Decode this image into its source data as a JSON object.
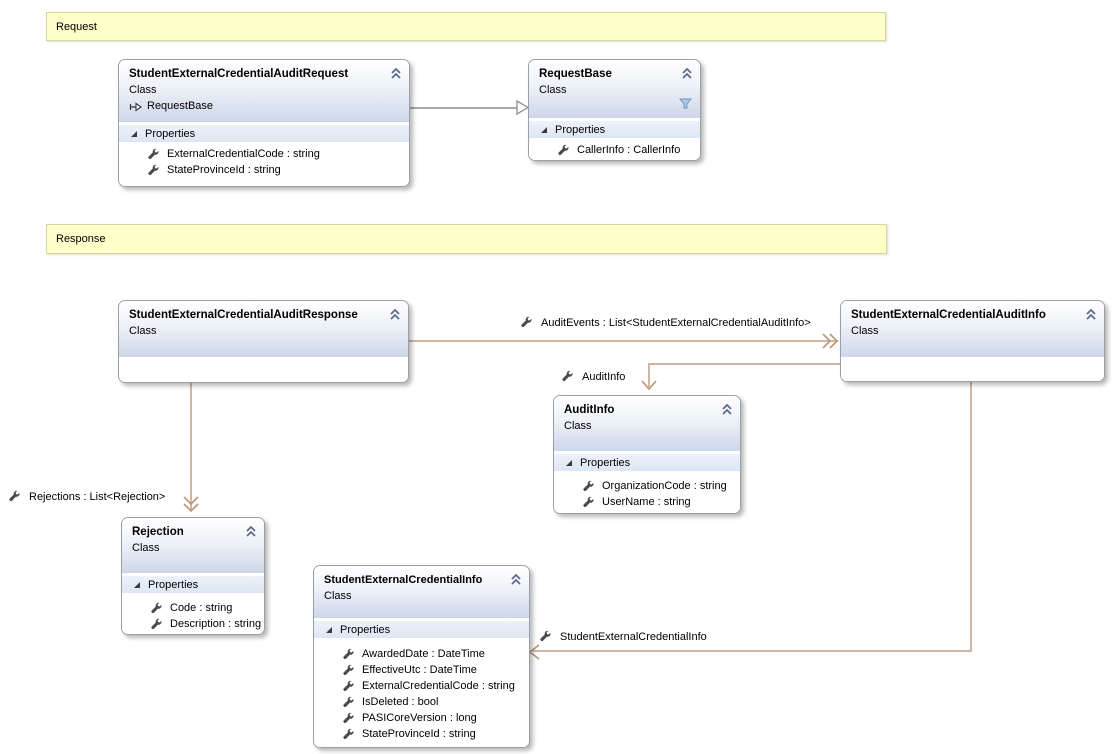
{
  "banners": {
    "request": "Request",
    "response": "Response"
  },
  "colors": {
    "banner_bg": "#ffffc9",
    "banner_border": "#d6d6a0",
    "association_line": "#d0b7a1",
    "association_arrow": "#bb9574",
    "inheritance_line": "#a9a9a9",
    "header_gradient_end": "#cdd6ea",
    "compartment_bg": "#e4ebf7",
    "box_border": "#9aa0a8"
  },
  "boxes": {
    "audit_request": {
      "title": "StudentExternalCredentialAuditRequest",
      "kind": "Class",
      "base": "RequestBase",
      "section": "Properties",
      "properties": [
        "ExternalCredentialCode : string",
        "StateProvinceId : string"
      ]
    },
    "request_base": {
      "title": "RequestBase",
      "kind": "Class",
      "section": "Properties",
      "properties": [
        "CallerInfo : CallerInfo"
      ]
    },
    "audit_response": {
      "title": "StudentExternalCredentialAuditResponse",
      "kind": "Class"
    },
    "audit_info_list": {
      "title": "StudentExternalCredentialAuditInfo",
      "kind": "Class"
    },
    "audit_info": {
      "title": "AuditInfo",
      "kind": "Class",
      "section": "Properties",
      "properties": [
        "OrganizationCode : string",
        "UserName : string"
      ]
    },
    "rejection": {
      "title": "Rejection",
      "kind": "Class",
      "section": "Properties",
      "properties": [
        "Code : string",
        "Description : string"
      ]
    },
    "credential_info": {
      "title": "StudentExternalCredentialInfo",
      "kind": "Class",
      "section": "Properties",
      "properties": [
        "AwardedDate : DateTime",
        "EffectiveUtc : DateTime",
        "ExternalCredentialCode : string",
        "IsDeleted : bool",
        "PASICoreVersion : long",
        "StateProvinceId : string"
      ]
    }
  },
  "connectors": {
    "audit_events": "AuditEvents : List<StudentExternalCredentialAuditInfo>",
    "audit_info": "AuditInfo",
    "rejections": "Rejections : List<Rejection>",
    "credential_info": "StudentExternalCredentialInfo"
  }
}
